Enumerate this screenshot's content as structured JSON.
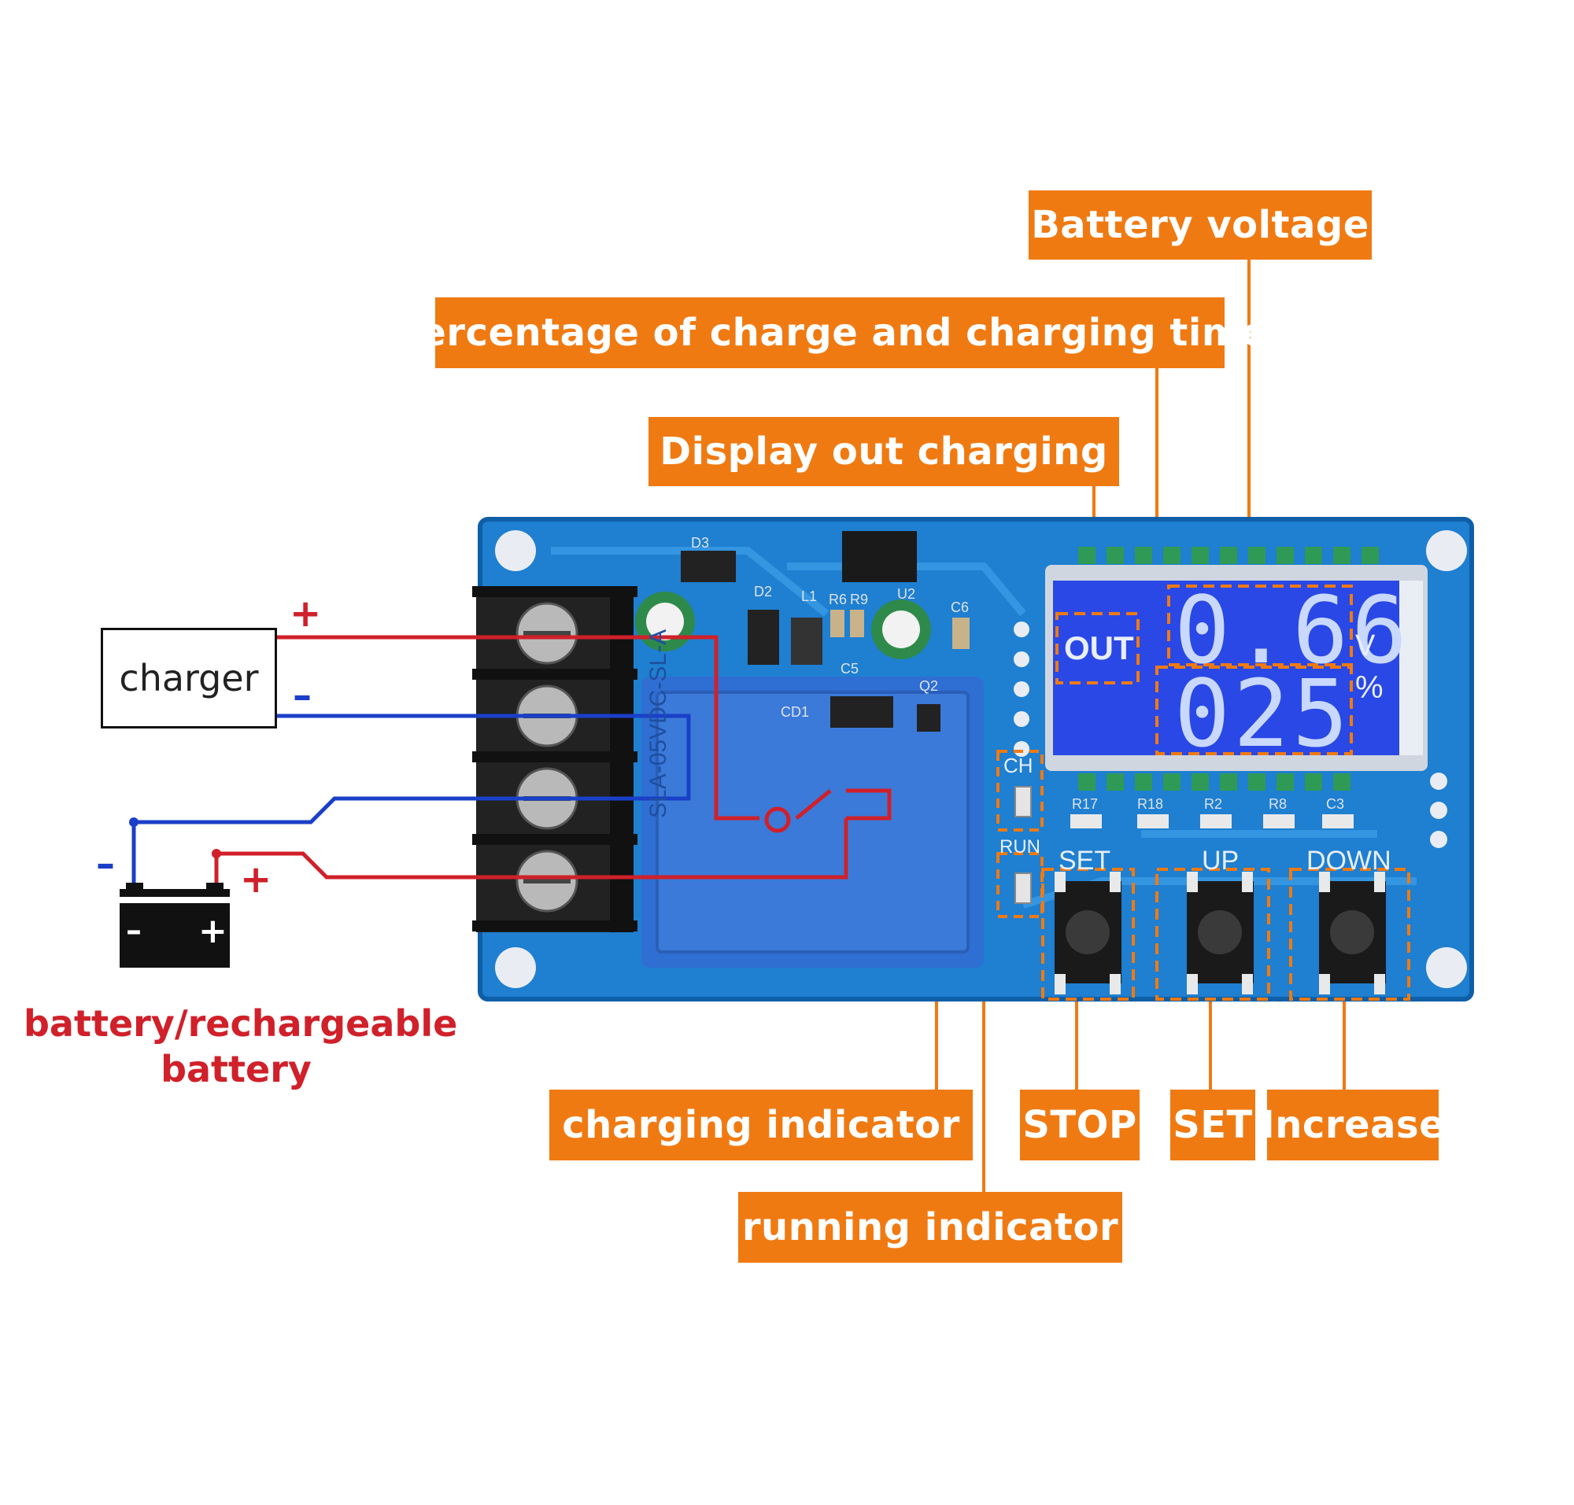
{
  "callouts": {
    "battery_voltage": "Battery voltage",
    "percentage_time": "Percentage of charge and charging time",
    "display_out": "Display out charging",
    "charging_indicator": "charging indicator",
    "stop": "STOP",
    "set": "SET",
    "increase": "Increase",
    "running_indicator": "running indicator"
  },
  "charger": {
    "label": "charger",
    "plus": "+",
    "minus": "–"
  },
  "battery": {
    "caption_line1": "battery/rechargeable",
    "caption_line2": "battery",
    "plus": "+",
    "minus": "–",
    "sym_plus": "+",
    "sym_minus": "–"
  },
  "lcd": {
    "out": "OUT",
    "voltage": "0.66",
    "voltage_unit": "V",
    "percent": "025",
    "percent_unit": "%"
  },
  "board_labels": {
    "ch": "CH",
    "run": "RUN",
    "btn_set": "SET",
    "btn_up": "UP",
    "btn_down": "DOWN",
    "r17": "R17",
    "r18": "R18",
    "r2": "R2",
    "r8": "R8",
    "c3": "C3",
    "d2": "D2",
    "l1": "L1",
    "r6": "R6",
    "r9": "R9",
    "u2": "U2",
    "c6": "C6",
    "c5": "C5",
    "q2": "Q2",
    "cd1": "CD1",
    "d3": "D3",
    "relay_text": "SLA-05VDC-SL-A"
  },
  "colors": {
    "callout": "#f07a12",
    "pcb": "#1f7fd0",
    "lcd": "#2a48e6",
    "wire_red": "#d0202a",
    "wire_blue": "#1a3fc8"
  }
}
